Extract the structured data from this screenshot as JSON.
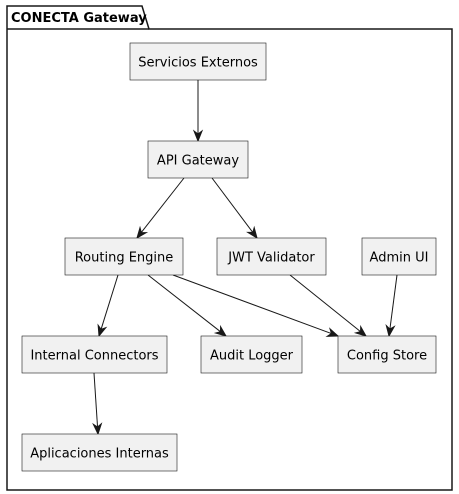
{
  "package": {
    "title": "CONECTA Gateway"
  },
  "nodes": {
    "servicios_externos": "Servicios Externos",
    "api_gateway": "API Gateway",
    "routing_engine": "Routing Engine",
    "jwt_validator": "JWT Validator",
    "admin_ui": "Admin UI",
    "internal_connectors": "Internal Connectors",
    "audit_logger": "Audit Logger",
    "config_store": "Config Store",
    "aplicaciones_internas": "Aplicaciones Internas"
  },
  "edges": [
    {
      "from": "servicios_externos",
      "to": "api_gateway"
    },
    {
      "from": "api_gateway",
      "to": "routing_engine"
    },
    {
      "from": "api_gateway",
      "to": "jwt_validator"
    },
    {
      "from": "routing_engine",
      "to": "internal_connectors"
    },
    {
      "from": "routing_engine",
      "to": "audit_logger"
    },
    {
      "from": "routing_engine",
      "to": "config_store"
    },
    {
      "from": "jwt_validator",
      "to": "config_store"
    },
    {
      "from": "admin_ui",
      "to": "config_store"
    },
    {
      "from": "internal_connectors",
      "to": "aplicaciones_internas"
    }
  ],
  "colors": {
    "node_fill": "#f1f1f1",
    "stroke": "#181818",
    "background": "#ffffff"
  }
}
